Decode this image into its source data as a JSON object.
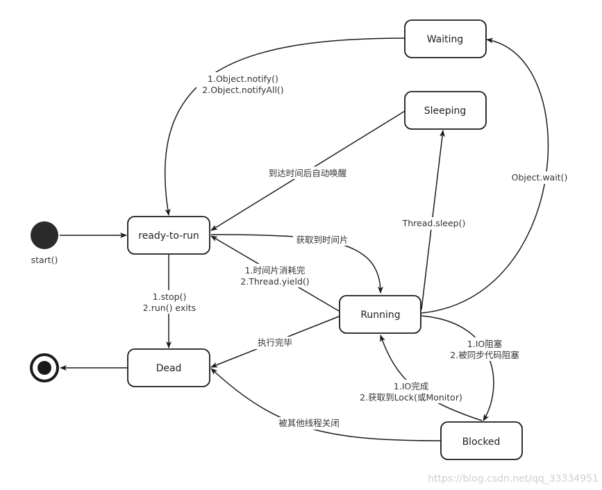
{
  "states": {
    "ready": "ready-to-run",
    "running": "Running",
    "dead": "Dead",
    "waiting": "Waiting",
    "sleeping": "Sleeping",
    "blocked": "Blocked"
  },
  "start_label": "start()",
  "edges": {
    "waiting_to_ready": [
      "1.Object.notify()",
      "2.Object.notifyAll()"
    ],
    "sleeping_to_ready": [
      "到达时间后自动唤醒"
    ],
    "ready_to_running": [
      "获取到时间片"
    ],
    "running_to_ready": [
      "1.时间片消耗完",
      "2.Thread.yield()"
    ],
    "ready_to_dead": [
      "1.stop()",
      "2.run() exits"
    ],
    "running_to_dead": [
      "执行完毕"
    ],
    "running_to_sleeping": [
      "Thread.sleep()"
    ],
    "running_to_waiting": [
      "Object.wait()"
    ],
    "running_to_blocked": [
      "1.IO阻塞",
      "2.被同步代码阻塞"
    ],
    "blocked_to_running": [
      "1.IO完成",
      "2.获取到Lock(或Monitor)"
    ],
    "blocked_to_dead": [
      "被其他线程关闭"
    ]
  },
  "watermark": "https://blog.csdn.net/qq_33334951"
}
